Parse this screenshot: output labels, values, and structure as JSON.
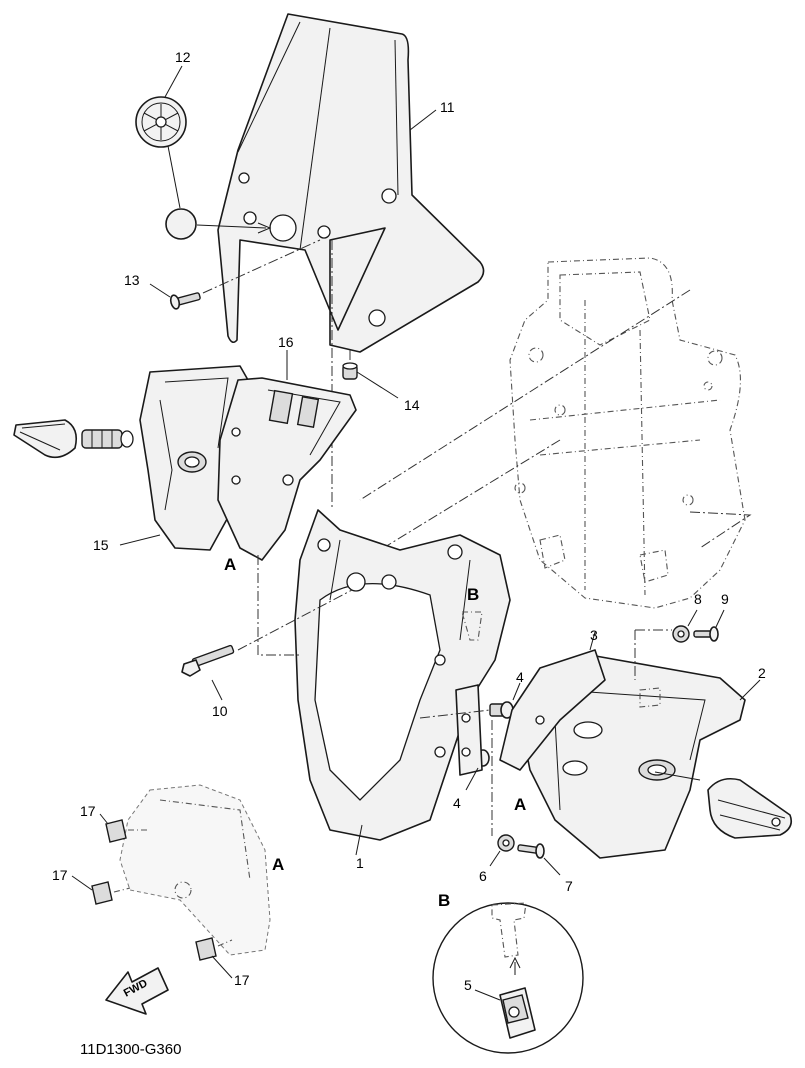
{
  "callouts": {
    "c1": "1",
    "c2": "2",
    "c3": "3",
    "c4a": "4",
    "c4b": "4",
    "c5": "5",
    "c6": "6",
    "c7": "7",
    "c8": "8",
    "c9": "9",
    "c10": "10",
    "c11": "11",
    "c12": "12",
    "c13": "13",
    "c14": "14",
    "c15": "15",
    "c16": "16",
    "c17a": "17",
    "c17b": "17",
    "c17c": "17"
  },
  "view_markers": {
    "a_left": "A",
    "a_right": "A",
    "a_detail": "A",
    "b_main": "B",
    "b_detail": "B"
  },
  "direction_arrow": "FWD",
  "figure_code": "11D1300-G360"
}
